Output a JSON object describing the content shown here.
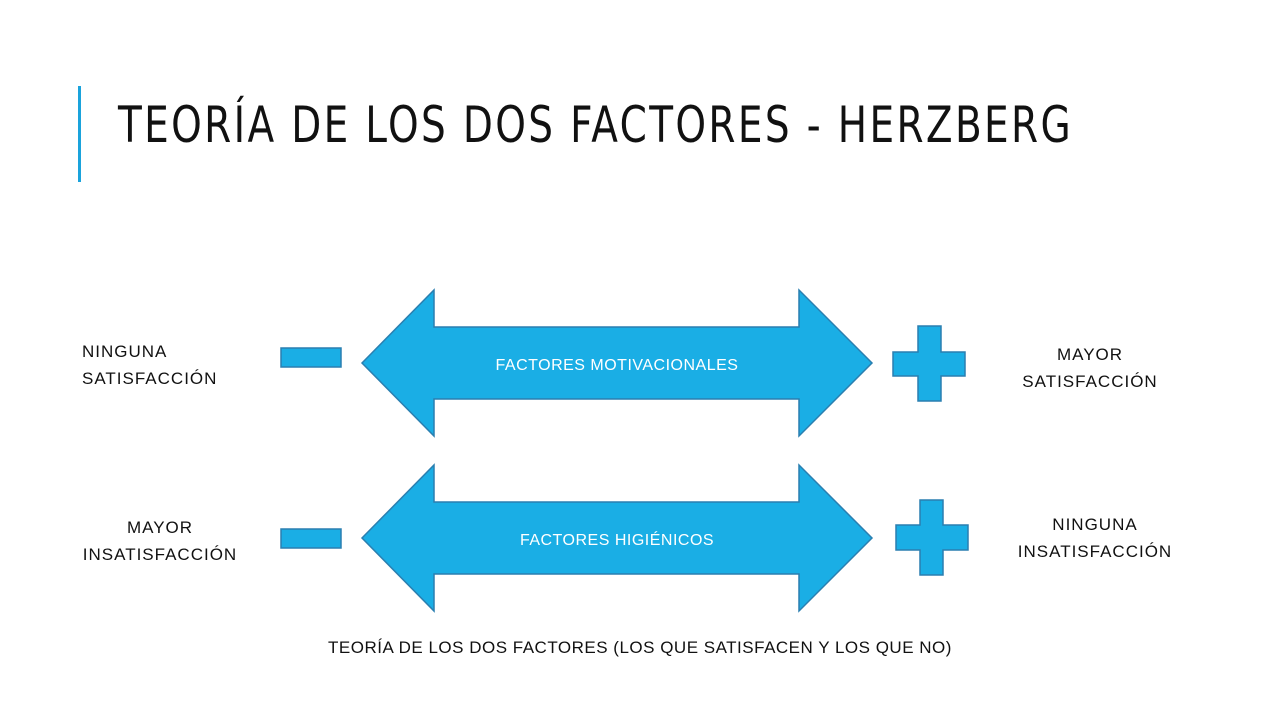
{
  "slide": {
    "title": "TEORÍA DE LOS DOS FACTORES - HERZBERG",
    "accent_color": "#1aa3dc",
    "arrow_color": "#1aaee5",
    "arrow_border": "#2a7fb0"
  },
  "rows": [
    {
      "arrow_label": "FACTORES MOTIVACIONALES",
      "left_label": [
        "NINGUNA",
        "SATISFACCIÓN"
      ],
      "right_label": [
        "MAYOR",
        "SATISFACCIÓN"
      ],
      "left_icon": "minus-icon",
      "right_icon": "plus-icon"
    },
    {
      "arrow_label": "FACTORES HIGIÉNICOS",
      "left_label": [
        "MAYOR",
        "INSATISFACCIÓN"
      ],
      "right_label": [
        "NINGUNA",
        "INSATISFACCIÓN"
      ],
      "left_icon": "minus-icon",
      "right_icon": "plus-icon"
    }
  ],
  "caption": "TEORÍA DE LOS DOS FACTORES (LOS QUE SATISFACEN Y LOS QUE NO)"
}
